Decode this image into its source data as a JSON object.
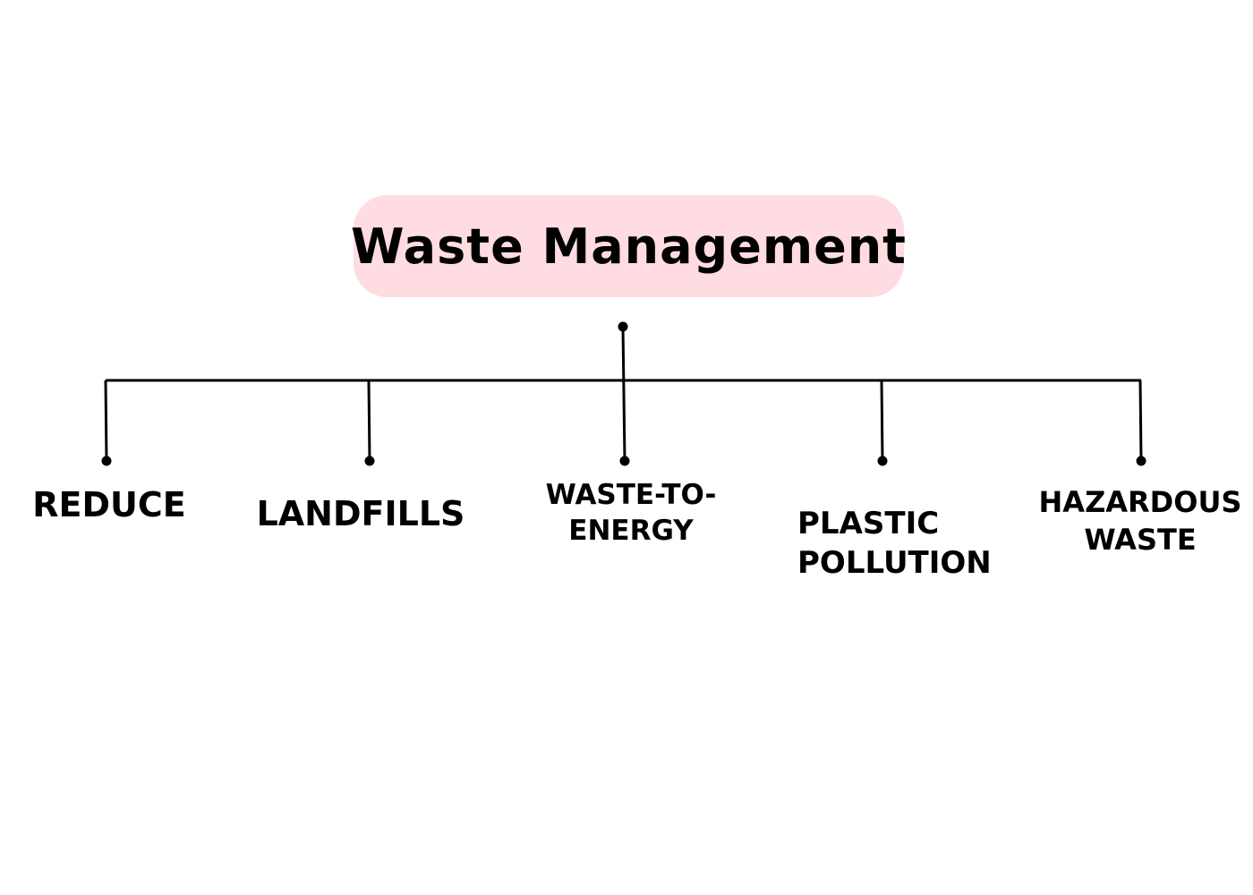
{
  "title": "Waste Management",
  "colors": {
    "title_box": "#ffdce1",
    "line": "#000000",
    "text": "#000000"
  },
  "nodes": [
    {
      "label": "REDUCE"
    },
    {
      "label": "LANDFILLS"
    },
    {
      "label": "WASTE-TO-ENERGY"
    },
    {
      "label": "PLASTIC POLLUTION"
    },
    {
      "label": "HAZARDOUS WASTE"
    }
  ]
}
